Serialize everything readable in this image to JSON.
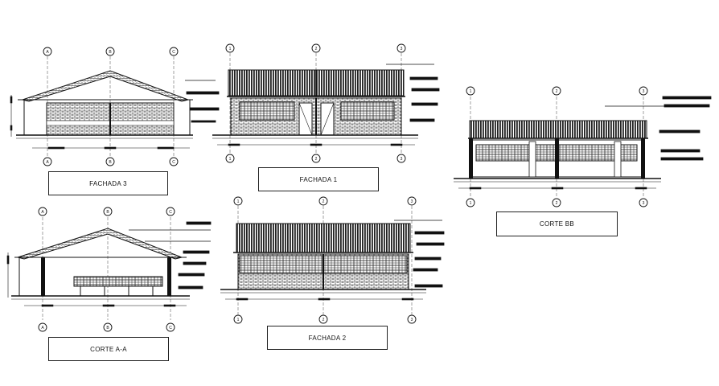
{
  "labels": {
    "fachada3": "FACHADA 3",
    "fachada1": "FACHADA 1",
    "corte_bb": "CORTE BB",
    "corte_aa": "CORTE A-A",
    "fachada2": "FACHADA 2"
  },
  "axes": {
    "abc": [
      "A",
      "B",
      "C"
    ],
    "num": [
      "1",
      "2",
      "3"
    ]
  },
  "colors": {
    "ink": "#111111",
    "paper": "#ffffff"
  }
}
